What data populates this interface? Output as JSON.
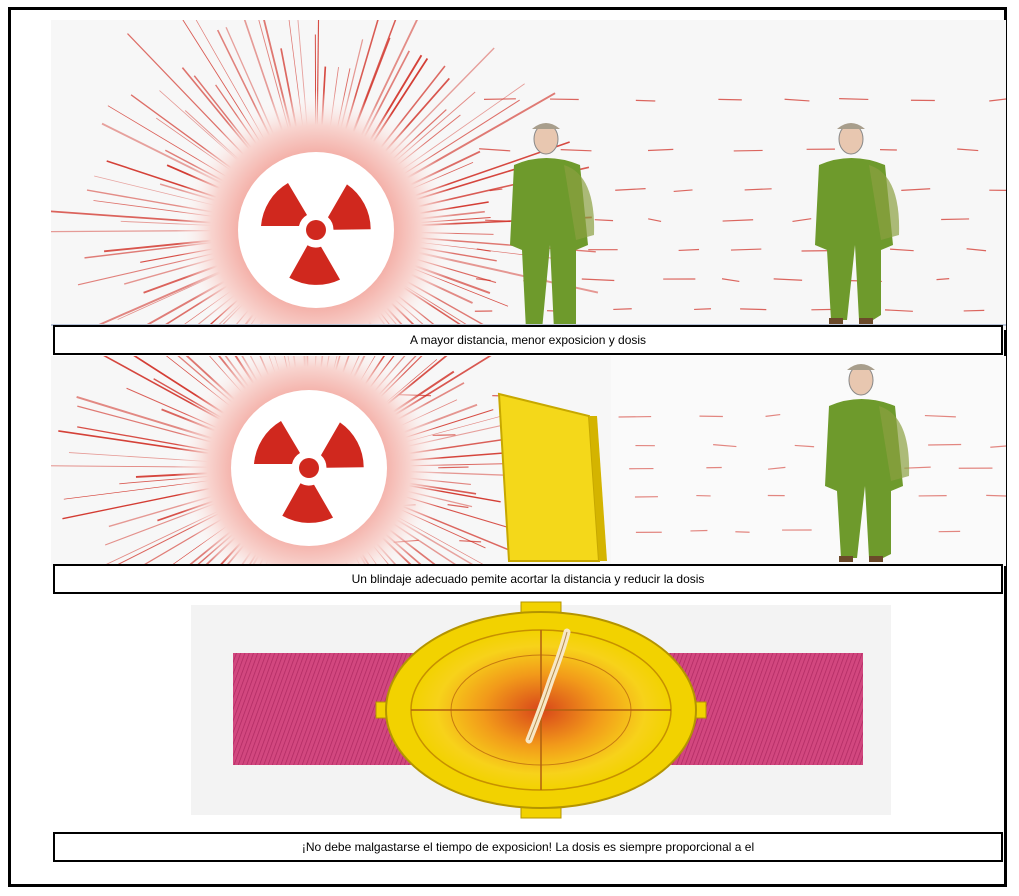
{
  "captions": {
    "distance": "A mayor distancia, menor exposicion y dosis",
    "shielding": "Un blindaje adecuado pemite acortar la distancia y reducir la dosis",
    "time": "¡No debe malgastarse el tiempo de exposicion! La dosis es siempre proporcional a el"
  },
  "colors": {
    "radiation": "#d0281e",
    "person": "#6e9a2c",
    "shield": "#f4d81a",
    "band": "#c8326e",
    "watch": "#f2d200"
  },
  "icons": [
    "radiation-trefoil-icon",
    "person-figure",
    "lead-shield",
    "wristwatch-icon"
  ]
}
